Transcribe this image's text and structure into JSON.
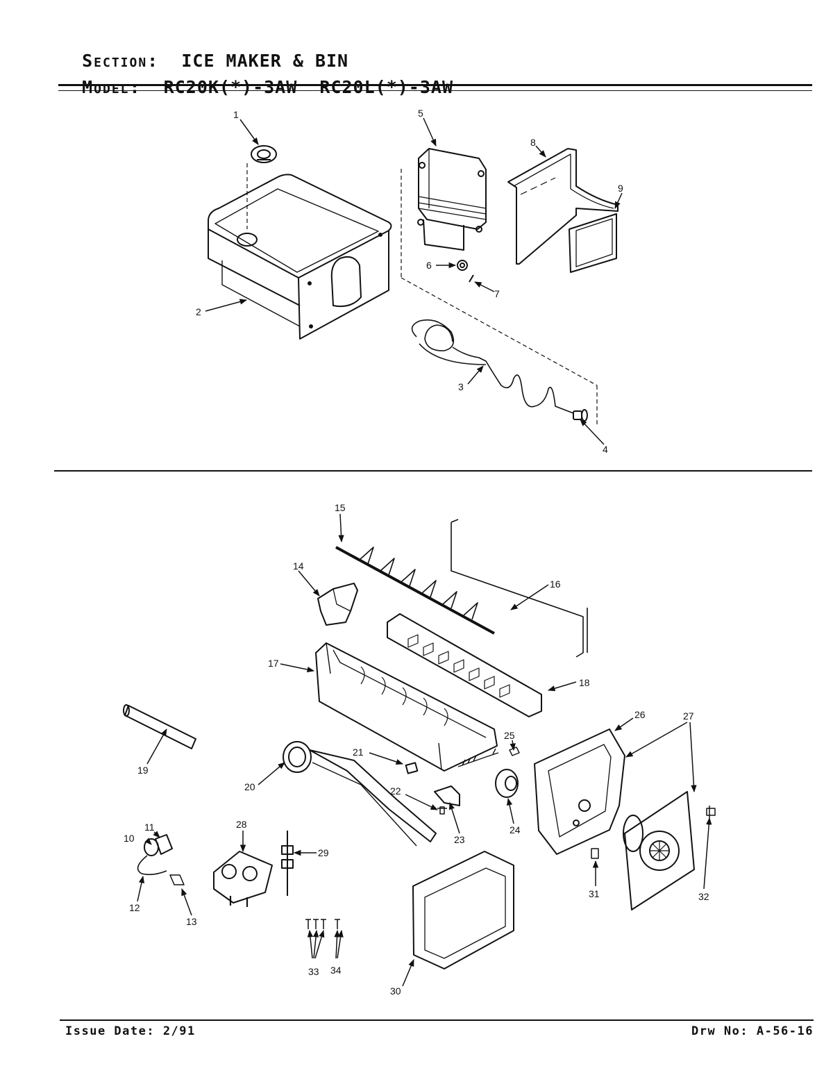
{
  "header": {
    "section_key": "Section:",
    "section_value": "ICE MAKER & BIN",
    "model_key": "Model:",
    "model_value": "RC20K(*)-3AW  RC20L(*)-3AW"
  },
  "footer": {
    "issue_date": "Issue Date: 2/91",
    "drawing_number": "Drw No: A-56-16"
  },
  "callouts": [
    "1",
    "2",
    "3",
    "4",
    "5",
    "6",
    "7",
    "8",
    "9",
    "10",
    "11",
    "12",
    "13",
    "14",
    "15",
    "16",
    "17",
    "18",
    "19",
    "20",
    "21",
    "22",
    "23",
    "24",
    "25",
    "26",
    "27",
    "28",
    "29",
    "30",
    "31",
    "32",
    "33",
    "34"
  ]
}
